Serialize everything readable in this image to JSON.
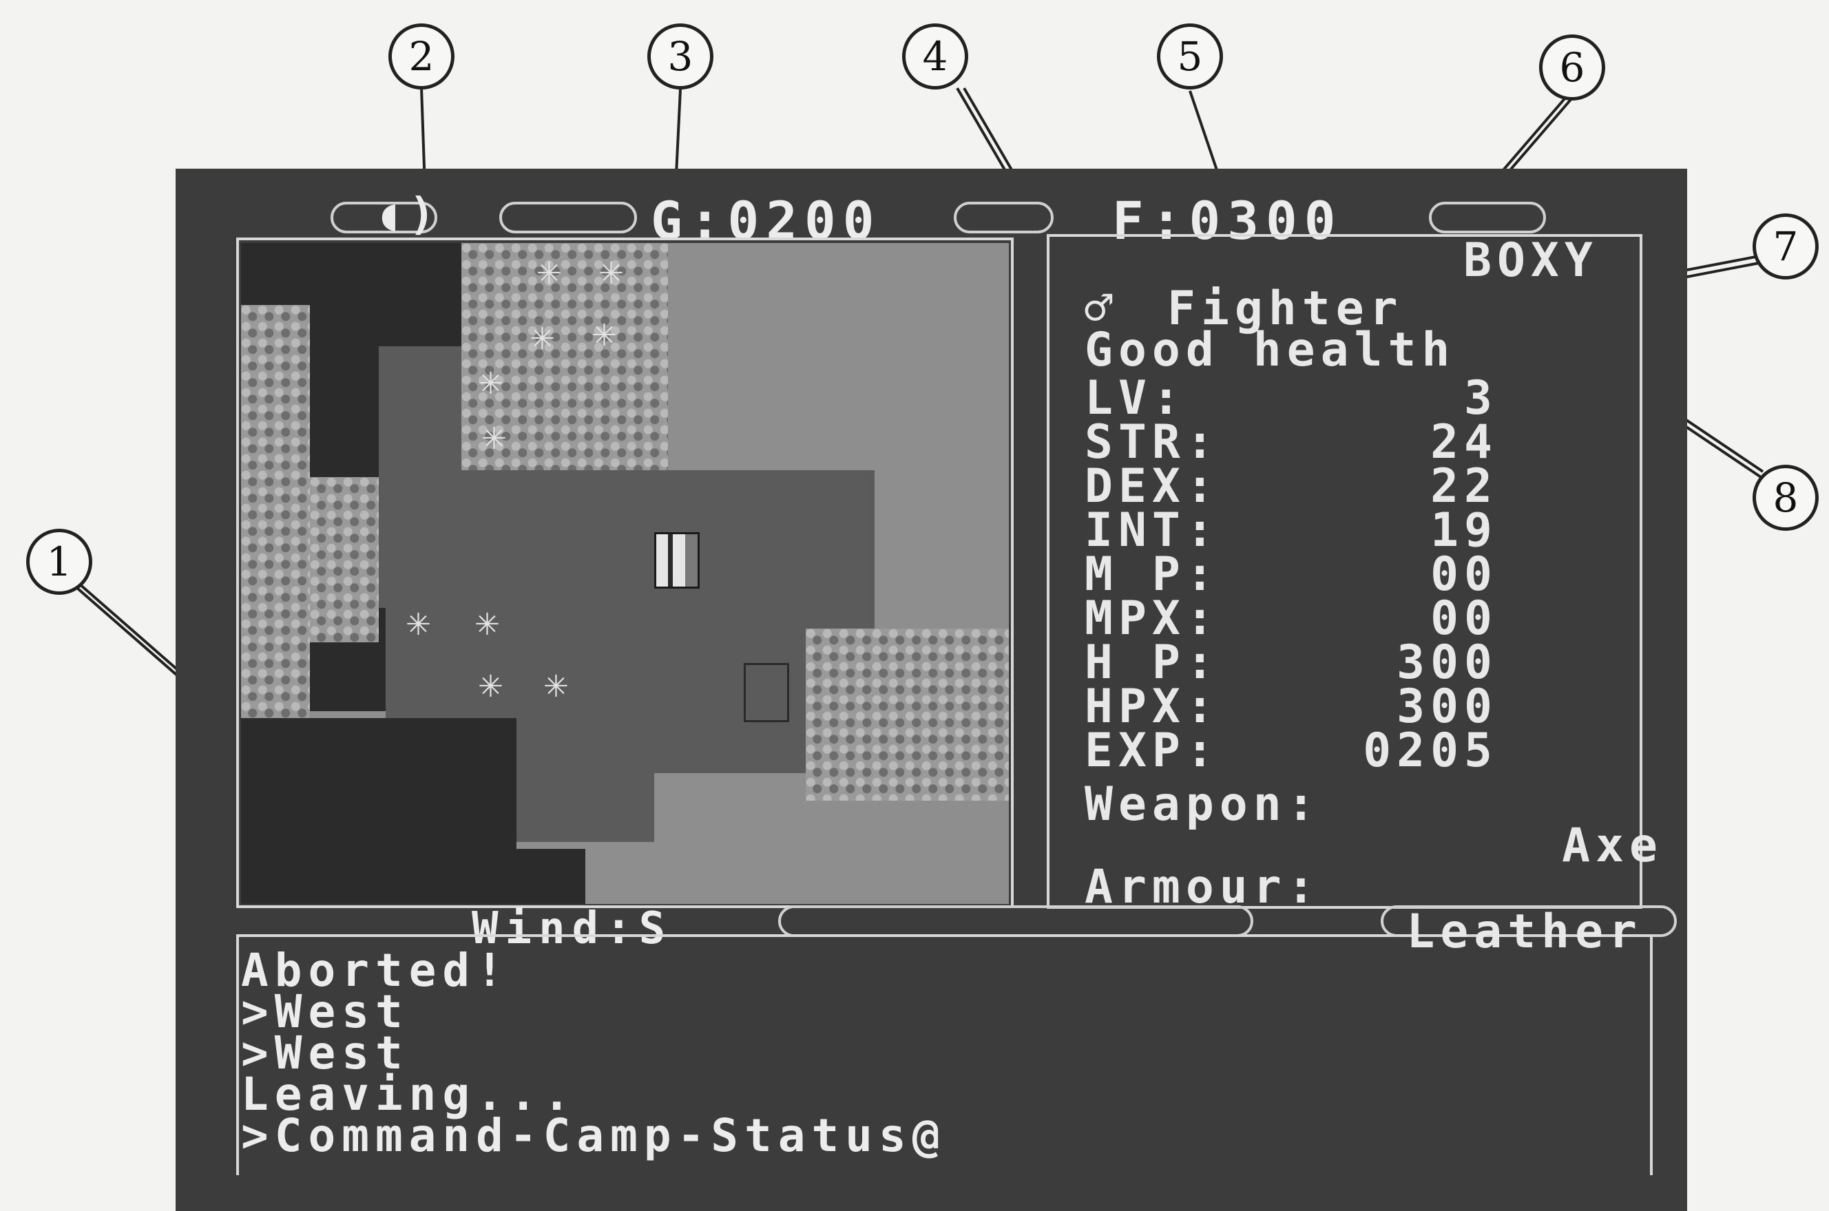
{
  "callouts": [
    "1",
    "2",
    "3",
    "4",
    "5",
    "6",
    "7",
    "8"
  ],
  "hud": {
    "sound_icon": "speaker-icon",
    "gold": "G:0200",
    "food": "F:0300",
    "wind": "Wind:S"
  },
  "character": {
    "name": "BOXY",
    "gender_symbol": "♂",
    "class_label": "Fighter",
    "health": "Good health",
    "stats": [
      {
        "label": "LV:",
        "value": "3"
      },
      {
        "label": "STR:",
        "value": "24"
      },
      {
        "label": "DEX:",
        "value": "22"
      },
      {
        "label": "INT:",
        "value": "19"
      },
      {
        "label": "M P:",
        "value": "00"
      },
      {
        "label": "MPX:",
        "value": "00"
      },
      {
        "label": "H P:",
        "value": "300"
      },
      {
        "label": "HPX:",
        "value": "300"
      },
      {
        "label": "EXP:",
        "value": "0205"
      }
    ],
    "weapon_label": "Weapon:",
    "weapon": "Axe",
    "armour_label": "Armour:",
    "armour": "Leather"
  },
  "log": [
    "Aborted!",
    ">West",
    ">West",
    "Leaving...",
    ">Command-Camp-Status@"
  ],
  "colors": {
    "screen": "#3c3c3c",
    "text": "#ececec",
    "frame": "#d8d8d8"
  }
}
